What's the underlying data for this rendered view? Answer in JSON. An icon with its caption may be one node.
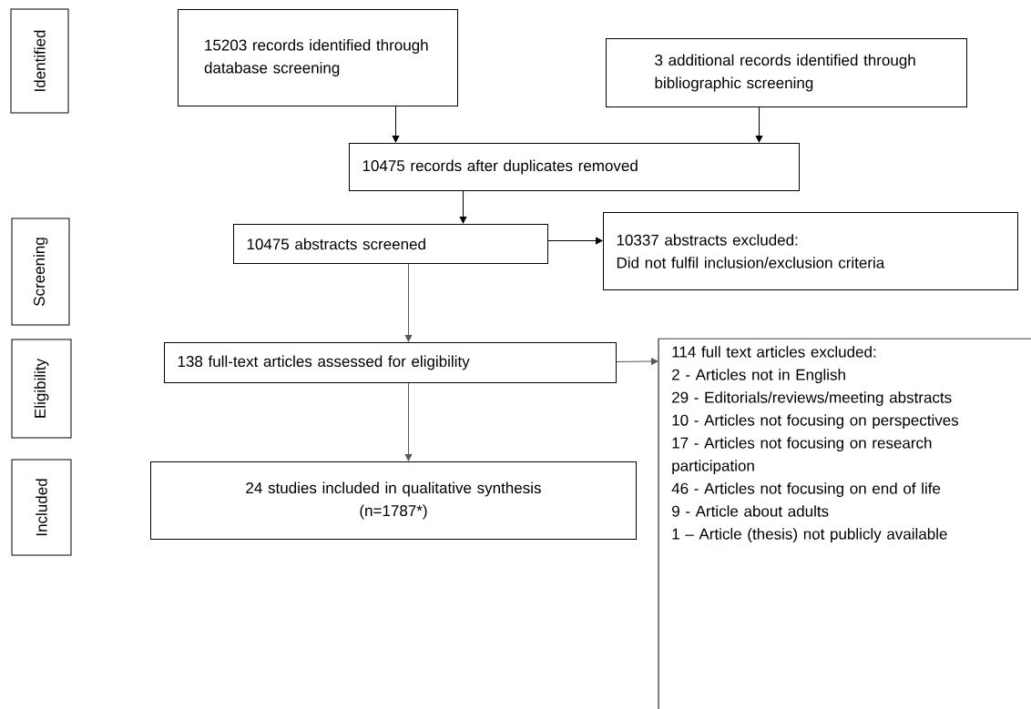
{
  "diagram": {
    "nodes": [
      {
        "text": [
          "Identified"
        ]
      },
      {
        "text": [
          "Screening"
        ]
      },
      {
        "text": [
          "Eligibility"
        ]
      },
      {
        "text": [
          "Included"
        ]
      },
      {
        "text": [
          "15203 records identified through database screening"
        ]
      },
      {
        "text": [
          "3 additional records identified through bibliographic screening"
        ]
      },
      {
        "text": [
          "10475 records after duplicates removed"
        ]
      },
      {
        "text": [
          "10475 abstracts screened"
        ]
      },
      {
        "text": [
          "10337 abstracts excluded:",
          "Did not fulfil inclusion/exclusion criteria"
        ]
      },
      {
        "text": [
          "138 full-text articles assessed for eligibility"
        ]
      },
      {
        "text": [
          "24 studies included in qualitative synthesis",
          "(n=1787*)"
        ]
      },
      {
        "text": [
          "114 full text articles excluded:",
          "2 - Articles not in English",
          "29 - Editorials/reviews/meeting abstracts",
          "10 - Articles not focusing on perspectives",
          "17 - Articles not focusing on research participation",
          "46 - Articles not focusing on end of life",
          "9 - Article about adults",
          "1 – Article (thesis) not publicly available"
        ]
      }
    ],
    "edges": [
      {
        "from": 4,
        "to": 6,
        "arrow": "to"
      },
      {
        "from": 5,
        "to": 6,
        "arrow": "to"
      },
      {
        "from": 6,
        "to": 7,
        "arrow": "to"
      },
      {
        "from": 7,
        "to": 8,
        "arrow": "to"
      },
      {
        "from": 7,
        "to": 9,
        "arrow": "to",
        "color": "#595959"
      },
      {
        "from": 9,
        "to": 10,
        "arrow": "to",
        "color": "#595959"
      },
      {
        "from": 9,
        "to": 11,
        "arrow": "to",
        "color": "#595959"
      }
    ]
  }
}
